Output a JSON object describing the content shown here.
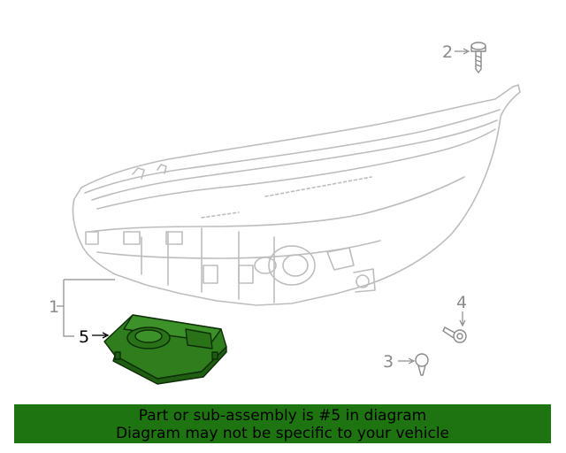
{
  "diagram": {
    "callouts": {
      "c1": "1",
      "c2": "2",
      "c3": "3",
      "c4": "4",
      "c5": "5"
    },
    "colors": {
      "line": "#bdbdbd",
      "callout": "#8a8a8a",
      "highlight_fill": "#2f7d1d",
      "highlight_stroke": "#0d2e06"
    },
    "highlighted_part": "5"
  },
  "banner": {
    "line1": "Part or sub-assembly is #5 in diagram",
    "line2": "Diagram may not be specific to your vehicle",
    "color": "#1e7410"
  }
}
